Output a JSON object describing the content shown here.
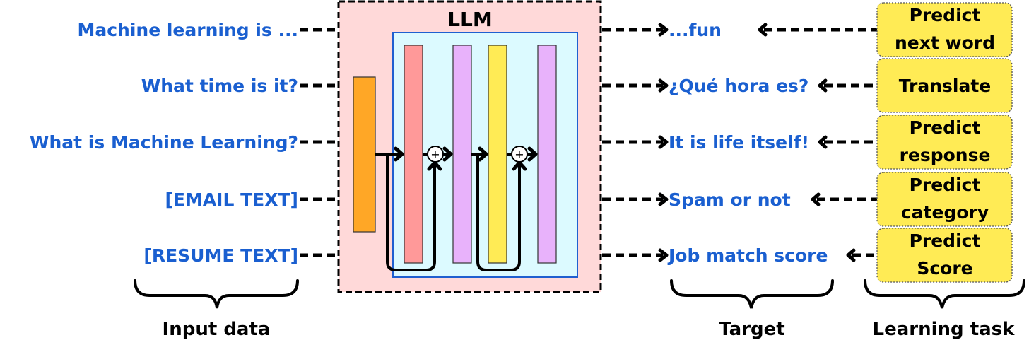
{
  "llm": {
    "title": "LLM"
  },
  "colors": {
    "text_blue": "#1a5fd0",
    "llm_bg": "#ffd9d9",
    "inner_bg": "#dcfaff",
    "inner_border": "#1f5fd0",
    "embedding": "#ffa726",
    "attention": "#ff9999",
    "norm": "#e8b2fb",
    "ffn": "#ffeb55",
    "task_box": "#ffeb55"
  },
  "rows": [
    {
      "input": "Machine learning is ...",
      "target": "...fun",
      "task": [
        "Predict",
        "next word"
      ]
    },
    {
      "input": "What time is it?",
      "target": "¿Qué hora es?",
      "task": [
        "Translate"
      ]
    },
    {
      "input": "What is Machine Learning?",
      "target": "It is life itself!",
      "task": [
        "Predict",
        "response"
      ]
    },
    {
      "input": "[EMAIL TEXT]",
      "target": "Spam or not",
      "task": [
        "Predict",
        "category"
      ]
    },
    {
      "input": "[RESUME TEXT]",
      "target": "Job match score",
      "task": [
        "Predict",
        "Score"
      ]
    }
  ],
  "captions": {
    "input": "Input data",
    "target": "Target",
    "task": "Learning task"
  },
  "adder_symbol": "+"
}
